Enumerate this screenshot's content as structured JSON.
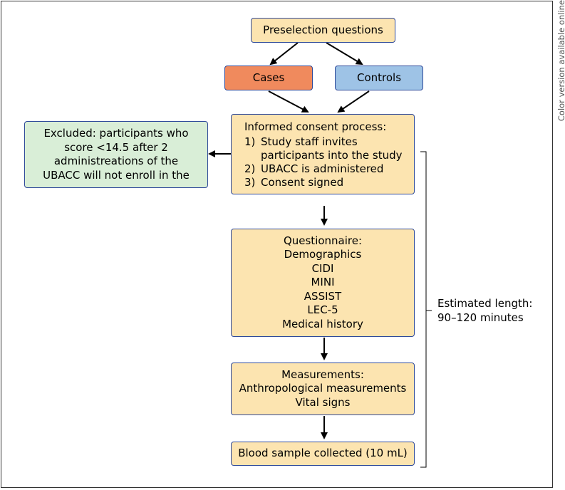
{
  "side_note": "Color version available online",
  "preselection": "Preselection questions",
  "cases": "Cases",
  "controls": "Controls",
  "consent": {
    "title": "Informed consent process:",
    "items": [
      {
        "num": "1)",
        "lines": [
          "Study staff invites",
          "participants into the study"
        ]
      },
      {
        "num": "2)",
        "lines": [
          "UBACC is administered"
        ]
      },
      {
        "num": "3)",
        "lines": [
          "Consent signed"
        ]
      }
    ]
  },
  "excluded": {
    "lines": [
      "Excluded: participants who",
      "score <14.5 after 2",
      "administreations of the",
      "UBACC will not enroll in the"
    ]
  },
  "questionnaire": [
    "Questionnaire:",
    "Demographics",
    "CIDI",
    "MINI",
    "ASSIST",
    "LEC-5",
    "Medical history"
  ],
  "measurements": [
    "Measurements:",
    "Anthropological measurements",
    "Vital signs"
  ],
  "blood": "Blood sample collected (10 mL)",
  "estimated": [
    "Estimated length:",
    "90–120 minutes"
  ],
  "colors": {
    "border": "#2f4a9a",
    "peach": "#fce4b0",
    "orange": "#f08a5d",
    "blue": "#9ec3e6",
    "green": "#d9eed7"
  }
}
